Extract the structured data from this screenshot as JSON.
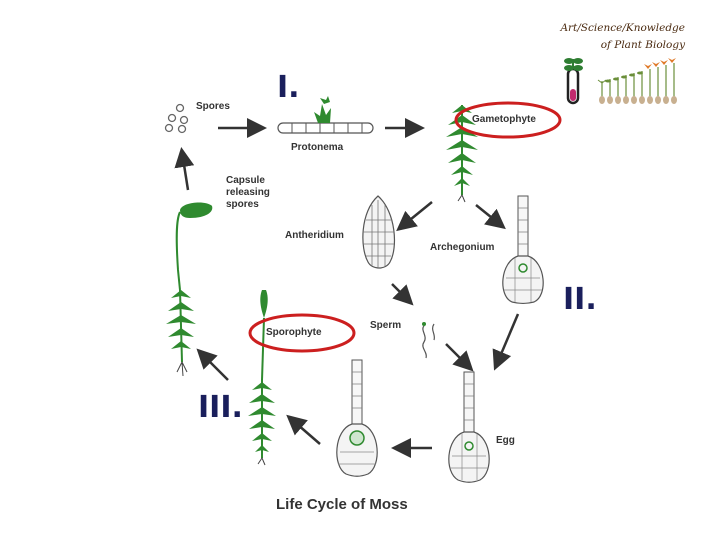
{
  "brand": {
    "line1": "Art/Science/Knowledge",
    "line2": "of Plant Biology"
  },
  "diagram": {
    "title": "Life Cycle of Moss",
    "labels": {
      "spores": "Spores",
      "protonema": "Protonema",
      "gametophyte": "Gametophyte",
      "capsule": [
        "Capsule",
        "releasing",
        "spores"
      ],
      "antheridium": "Antheridium",
      "archegonium": "Archegonium",
      "sporophyte": "Sporophyte",
      "sperm": "Sperm",
      "egg": "Egg"
    },
    "markers": {
      "one": "I.",
      "two": "II.",
      "three": "III."
    },
    "colors": {
      "plant_green": "#2f8a2f",
      "highlight_red": "#cc1f1f",
      "marker_navy": "#1a1f5c",
      "line_gray": "#555555"
    }
  }
}
